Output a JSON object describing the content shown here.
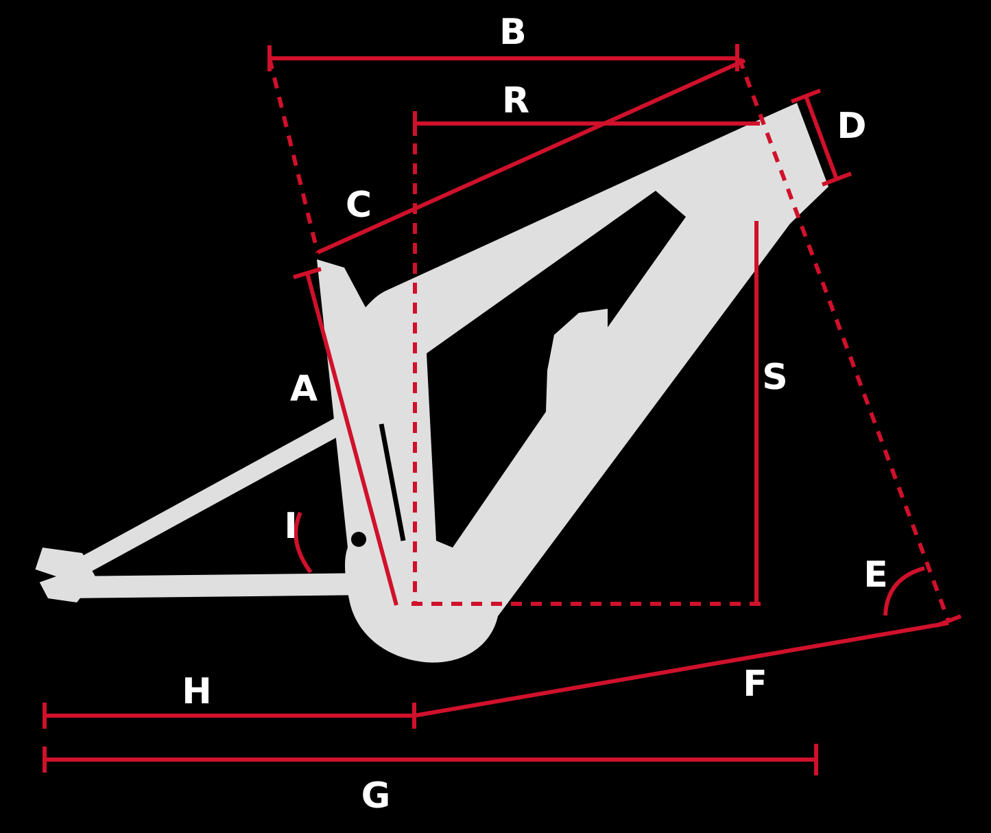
{
  "colors": {
    "background": "#000000",
    "accent": "#d0112b",
    "frame": "#dfdfdf",
    "label": "#ffffff"
  },
  "diagram": {
    "type": "bike-frame-geometry",
    "labels": {
      "a": "A",
      "b": "B",
      "c": "C",
      "d": "D",
      "e": "E",
      "f": "F",
      "g": "G",
      "h": "H",
      "i": "I",
      "r": "R",
      "s": "S"
    }
  }
}
